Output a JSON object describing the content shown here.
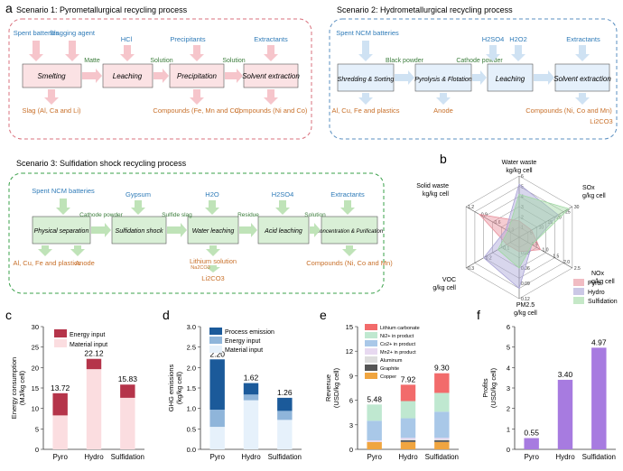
{
  "panel_letters": {
    "a": "a",
    "b": "b",
    "c": "c",
    "d": "d",
    "e": "e",
    "f": "f"
  },
  "colors": {
    "pyro_border": "#d9707c",
    "hydro_border": "#5a8fc0",
    "sulf_border": "#3aa04a",
    "pyro_box": "#fbe2e4",
    "hydro_box": "#e5f0fb",
    "sulf_box": "#d9efd6",
    "pyro_arrow": "#f6c5cb",
    "hydro_arrow": "#cfe2f3",
    "sulf_arrow": "#bfe3b8",
    "label_blue": "#2f7bb8",
    "label_green": "#3aa04a",
    "label_orange": "#c8702a"
  },
  "scenario1": {
    "title": "Scenario 1: Pyrometallurgical recycling process",
    "inputs": [
      "Spent batteries",
      "Slagging agent",
      "HCl",
      "Precipitants",
      "Extractants"
    ],
    "steps": [
      "Smelting",
      "Leaching",
      "Precipitation",
      "Solvent extraction"
    ],
    "links": [
      "Matte",
      "Solution",
      "Solution"
    ],
    "outputs": [
      "Slag (Al, Ca and Li)",
      "Compounds (Fe, Mn and Cu)",
      "Compounds (Ni and Co)"
    ]
  },
  "scenario2": {
    "title": "Scenario 2: Hydrometallurgical recycling process",
    "inputs": [
      "Spent NCM batteries",
      "H2SO4",
      "H2O2",
      "Extractants"
    ],
    "steps": [
      "Shredding & Sorting",
      "Pyrolysis & Flotation",
      "Leaching",
      "Solvent extraction"
    ],
    "links": [
      "Black powder",
      "Cathode powder"
    ],
    "outputs": [
      "Al, Cu, Fe and plastics",
      "Anode",
      "Compounds (Ni, Co and Mn)",
      "Li2CO3"
    ]
  },
  "scenario3": {
    "title": "Scenario 3: Sulfidation shock recycling process",
    "inputs": [
      "Spent NCM batteries",
      "Gypsum",
      "H2O",
      "H2SO4",
      "Extractants"
    ],
    "steps": [
      "Physical separation",
      "Sulfidation shock",
      "Water leaching",
      "Acid leaching",
      "Concentration & Purification"
    ],
    "links": [
      "Cathode powder",
      "Sulfide slag",
      "Residue",
      "Solution"
    ],
    "outputs": [
      "Al, Cu, Fe and plastics",
      "Anode",
      "Lithium solution",
      "Na2CO3",
      "Li2CO3",
      "Compounds (Ni, Co and Mn)"
    ]
  },
  "chart_data": [
    {
      "panel": "b",
      "type": "radar",
      "axes": [
        {
          "label": "Water waste",
          "unit": "kg/kg cell",
          "max": 6,
          "ticks": [
            "1",
            "2",
            "3",
            "4",
            "5",
            "6"
          ]
        },
        {
          "label": "SOx",
          "unit": "g/kg cell",
          "max": 30,
          "ticks": [
            "5",
            "10",
            "15",
            "20",
            "25",
            "30"
          ]
        },
        {
          "label": "NOx",
          "unit": "g/kg cell",
          "max": 2.5,
          "ticks": [
            "0.5",
            "1.0",
            "1.5",
            "2.0",
            "2.5"
          ]
        },
        {
          "label": "PM2.5",
          "unit": "g/kg cell",
          "max": 0.12,
          "ticks": [
            "0.03",
            "0.06",
            "0.09",
            "0.12"
          ]
        },
        {
          "label": "VOC",
          "unit": "g/kg cell",
          "max": 0.3,
          "ticks": [
            "0.1",
            "0.2",
            "0.3"
          ]
        },
        {
          "label": "Solid waste",
          "unit": "kg/kg cell",
          "max": 1.2,
          "ticks": [
            "0.3",
            "0.6",
            "0.9",
            "1.2"
          ]
        }
      ],
      "series": [
        {
          "name": "Pyro",
          "color": "#e88f9b",
          "values": [
            1.6,
            7,
            1.0,
            0.028,
            0.07,
            0.9
          ]
        },
        {
          "name": "Hydro",
          "color": "#a9a3d6",
          "values": [
            5.2,
            22,
            0.6,
            0.1,
            0.2,
            0.3
          ]
        },
        {
          "name": "Sulfidation",
          "color": "#9fd8a2",
          "values": [
            4.2,
            28,
            0.6,
            0.06,
            0.12,
            0.25
          ]
        }
      ]
    },
    {
      "panel": "c",
      "type": "bar",
      "stacked": true,
      "ylabel": "Energy consumption (MJ/kg cell)",
      "ylim": [
        0,
        30
      ],
      "yticks": [
        0,
        5,
        10,
        15,
        20,
        25,
        30
      ],
      "categories": [
        "Pyro",
        "Hydro",
        "Sulfidation"
      ],
      "series": [
        {
          "name": "Material input",
          "color": "#fbdde0",
          "values": [
            8.3,
            19.6,
            12.6
          ]
        },
        {
          "name": "Energy input",
          "color": "#b5344a",
          "values": [
            5.42,
            2.52,
            3.23
          ]
        }
      ],
      "totals": [
        "13.72",
        "22.12",
        "15.83"
      ],
      "legend": "top-left"
    },
    {
      "panel": "d",
      "type": "bar",
      "stacked": true,
      "ylabel": "GHG emissions (kg/kg cell)",
      "ylim": [
        0,
        3.0
      ],
      "yticks": [
        "0.0",
        "0.5",
        "1.0",
        "1.5",
        "2.0",
        "2.5",
        "3.0"
      ],
      "categories": [
        "Pyro",
        "Hydro",
        "Sulfidation"
      ],
      "series": [
        {
          "name": "Material input",
          "color": "#e6f1fb",
          "values": [
            0.55,
            1.2,
            0.72
          ]
        },
        {
          "name": "Energy input",
          "color": "#8fb5da",
          "values": [
            0.42,
            0.14,
            0.22
          ]
        },
        {
          "name": "Process emission",
          "color": "#1b5a9a",
          "values": [
            1.23,
            0.28,
            0.32
          ]
        }
      ],
      "totals": [
        "2.20",
        "1.62",
        "1.26"
      ],
      "legend": "top-right"
    },
    {
      "panel": "e",
      "type": "bar",
      "stacked": true,
      "ylabel": "Revenue (USD/kg cell)",
      "ylim": [
        0,
        15
      ],
      "yticks": [
        0,
        3,
        6,
        9,
        12,
        15
      ],
      "categories": [
        "Pyro",
        "Hydro",
        "Sulfidation"
      ],
      "series": [
        {
          "name": "Copper",
          "color": "#f0a540",
          "values": [
            0.9,
            0.9,
            0.9
          ]
        },
        {
          "name": "Graphite",
          "color": "#555555",
          "values": [
            0,
            0.2,
            0.2
          ]
        },
        {
          "name": "Aluminum",
          "color": "#dddddd",
          "values": [
            0,
            0.1,
            0.1
          ]
        },
        {
          "name": "Mn2+ in product",
          "color": "#e7d9f0",
          "values": [
            0.2,
            0.2,
            0.2
          ]
        },
        {
          "name": "Co2+ in product",
          "color": "#a9c8e8",
          "values": [
            2.4,
            2.4,
            3.2
          ]
        },
        {
          "name": "Ni2+ in product",
          "color": "#bfe8d0",
          "values": [
            1.98,
            2.1,
            2.3
          ]
        },
        {
          "name": "Lithium carbonate",
          "color": "#f26b6b",
          "values": [
            0,
            2.0,
            2.4
          ]
        }
      ],
      "totals": [
        "5.48",
        "7.92",
        "9.30"
      ],
      "legend": "top-left"
    },
    {
      "panel": "f",
      "type": "bar",
      "ylabel": "Profits (USD/kg cell)",
      "ylim": [
        0,
        6
      ],
      "yticks": [
        0,
        1,
        2,
        3,
        4,
        5,
        6
      ],
      "categories": [
        "Pyro",
        "Hydro",
        "Sulfidation"
      ],
      "series": [
        {
          "name": "Profits",
          "color": "#a77be0",
          "values": [
            0.55,
            3.4,
            4.97
          ]
        }
      ],
      "totals": [
        "0.55",
        "3.40",
        "4.97"
      ]
    }
  ]
}
